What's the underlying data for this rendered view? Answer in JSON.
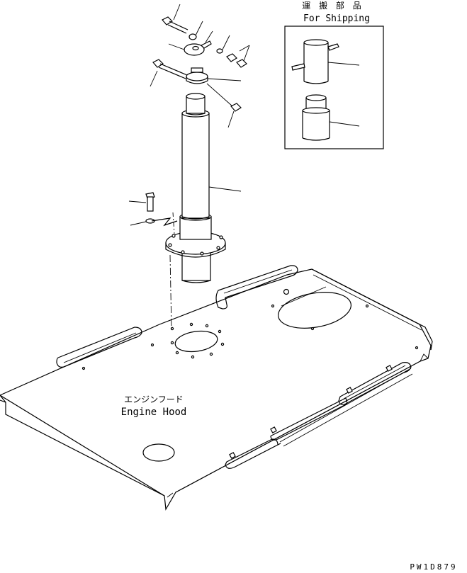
{
  "shipping_box": {
    "title_jp": "運 搬 部 品",
    "title_en": "For Shipping"
  },
  "hood_label": {
    "jp": "エンジンフード",
    "en": "Engine Hood"
  },
  "drawing_code": "PW1D879"
}
